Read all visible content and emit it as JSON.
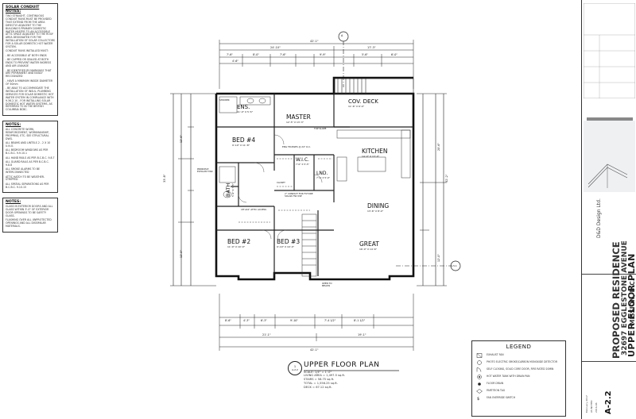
{
  "notes": {
    "solar": {
      "heading": "SOLAR CONDUIT NOTES:",
      "lines": [
        "TWO STRAIGHT, CONTINUOUS CONDUIT RUNS MUST BE PROVIDED THAT EXTEND FROM THE AREA DIRECTLY ADJACENT TO THE BUILDING'S PRIMARY DOMESTIC WATER HEATER TO AN ACCESSIBLE ATTIC SPACE ADJACENT TO THE ROOF AREA DESIGNATED FOR THE INSTALLATION OF SOLAR COLLECTORS FOR A SOLAR DOMESTIC HOT WATER SYSTEM.",
        "CONDUIT RUNS INSTALLED MUST:",
        "- BE ACCESSIBLE AT BOTH ENDS",
        "- BE CAPPED OR SEALED AT BOTH ENDS TO PREVENT WATER INGRESS AND AIR LEAKAGE",
        "- BE IDENTIFIED BY MARKINGS THAT ARE PERMANENT AND EASILY RECOGNIZED",
        "- HAVE A MINIMUM INSIDE DIAMETER OF 50mm",
        "- BE ABLE TO ACCOMMODATE THE INSTALLATION OF INSUL. PLUMBING SERVICES FOR SOLAR DOMESTIC HOT WATER SYSTEM IN COMPLIANCE WITH 9.36.2.10 - FOR INSTALLING SOLAR DOMESTIC HOT WATER SYSTEMS, AS REFERRED TO IN THE BRITISH COLUMBIA BCBC."
      ]
    },
    "general": {
      "heading": "NOTES:",
      "lines": [
        "ALL CONCRETE WORK, REINFORCEMENT, WORKMANSHIP, PROPPING, ETC. SEE STRUCTURAL DWG.",
        "ALL BEAMS AND LINTELS 2 - 2 X 10 U.N.O.",
        "ALL BEDROOM WINDOWS AS PER B.C.B.C. 9.9.10.1",
        "ALL HAND RAILS AS PER B.C.B.C. 9.8.7",
        "ALL GUARD RAILS AS PER B.C.B.C. 9.8.8",
        "ALL SMOKE ALARMS TO BE INTERCONNECTED",
        "ATTIC HATCH TO BE WEATHER-STRIPPED",
        "ALL SPATIAL SEPARATIONS AS PER B.C.B.C. 9.10.15"
      ]
    },
    "glass": {
      "heading": "NOTES:",
      "lines": [
        "GLASS IN EXTERIOR DOORS AND ALL GLASS WITHIN 3'-0\" OF EXTERIOR DOOR OPENINGS TO BE SAFETY GLASS.",
        "FLASHING OVER ALL UNPROTECTED OPENINGS AND ALL DISSIMILAR MATERIALS."
      ]
    }
  },
  "plan": {
    "dims_top": [
      "42'-1\"",
      "24'-10\"",
      "17'-3\"",
      "7'-6\"",
      "8'-0\"",
      "7'-6\"",
      "9'-9\"",
      "5'-6\"",
      "6'-0\"",
      "4'-6\""
    ],
    "dims_bottom": [
      "8'-6\"",
      "4'-3\"",
      "6'-3\"",
      "9'-10\"",
      "7'-4 1/2\"",
      "8'-1 1/2\"",
      "21'-1\"",
      "19'-1\"",
      "42'-1\""
    ],
    "dims_left": [
      "33'-8\"",
      "12'-6\"",
      "12'-0\""
    ],
    "dims_right": [
      "32'-2\"",
      "20'-6\"",
      "12'-0\""
    ],
    "section_marks": [
      "A",
      "A-5.1"
    ],
    "rooms": [
      {
        "name": "ENS.",
        "dim": "11'-0\" X 5'-5\""
      },
      {
        "name": "MASTER",
        "dim": "12'-5\" X 13'-3\""
      },
      {
        "name": "COV. DECK",
        "dim": "11'-6\" X 6'-0\""
      },
      {
        "name": "BED #4",
        "dim": "9'-10\" X 11'-8\""
      },
      {
        "name": "KITCHEN",
        "dim": "14'-0\" X 13'-0\""
      },
      {
        "name": "W.I.C.",
        "dim": "7'-0\" X 5'-5\""
      },
      {
        "name": "LND.",
        "dim": "7'-1\" X 5'-0\""
      },
      {
        "name": "BATH",
        "dim": "5'-4\" X 7'-5\""
      },
      {
        "name": "DINING",
        "dim": "13'-6\" X 8'-0\""
      },
      {
        "name": "BED #2",
        "dim": "11'-0\" X 10'-0\""
      },
      {
        "name": "BED #3",
        "dim": "9'-10\" X 10'-0\""
      },
      {
        "name": "GREAT",
        "dim": "16'-0\" X 14'-6\""
      }
    ],
    "callouts": [
      "SHOWER",
      "CLOSET",
      "PRINCIPLE EXHAUST FAN",
      "OPEN TO BELOW",
      "ENG TRUSSES @ 24\" O.C.",
      "2\" CONDUIT FOR FUTURE SOLAR HW USE",
      "TOP SLOPE",
      "18\"x24\" ATTIC ACCESS"
    ]
  },
  "plan_title": {
    "title": "UPPER FLOOR PLAN",
    "bubble_top": "1",
    "bubble_bottom": "A-2.2",
    "scale": "SCALE: 1/4\" = 1'-0\"",
    "areas": [
      "LIVING AREA = 1,497.5 sq.ft.",
      "STAIRS = 58.75 sq.ft.",
      "TOTAL = 1,556.25 sq.ft.",
      "DECK = 67.12 sq.ft."
    ]
  },
  "legend": {
    "title": "LEGEND",
    "items": [
      "EXHAUST FAN",
      "PHOTO ELECTRIC SMOKE/CARBON MONOXIDE DETECTOR",
      "SELF CLOSING, SOLID CORE DOOR, FIRE RATED 20MIN",
      "HOT WATER TANK WITH DRAIN PAN",
      "FLOOR DRAIN",
      "PARTITION TAG",
      "FAN OVERRIDE SWITCH"
    ]
  },
  "title_block": {
    "company": "D&D Design Ltd.",
    "designer_bar": "DESIGNED BY",
    "project": "PROPOSED RESIDENCE",
    "address": "32697 EGGLESTONE AVENUE",
    "city": "MISSION, B.C.",
    "sheet_title": "UPPER FLOOR PLAN",
    "sheet_number": "A-2.2",
    "date": "February 2017",
    "scale_label": "AS NOTED",
    "job_no": "2016-06"
  }
}
